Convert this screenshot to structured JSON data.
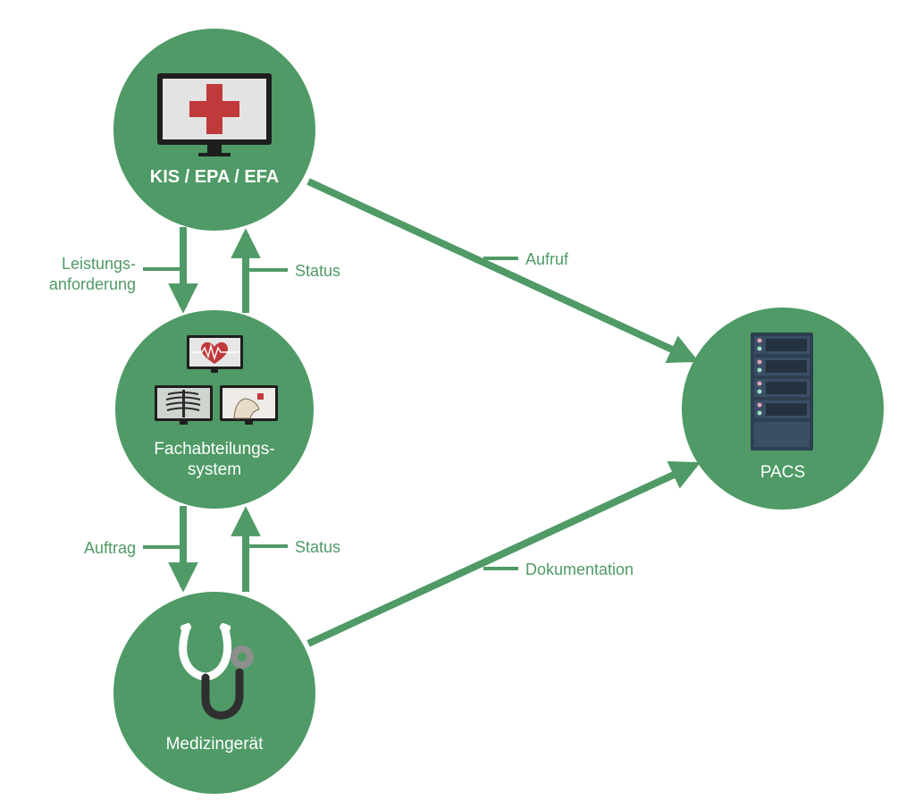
{
  "colors": {
    "node_fill": "#4f9a66",
    "line": "#4f9a66",
    "label_text": "#4f9a66",
    "node_text": "#ffffff",
    "red_cross": "#c0393b",
    "server_dark": "#2e3f52"
  },
  "nodes": {
    "kis": {
      "label": "KIS / EPA / EFA",
      "icon": "monitor-red-cross-icon"
    },
    "fach": {
      "label_line1": "Fachabteilungs-",
      "label_line2": "system",
      "icon": "department-monitors-icon"
    },
    "med": {
      "label": "Medizingerät",
      "icon": "stethoscope-icon"
    },
    "pacs": {
      "label": "PACS",
      "icon": "server-rack-icon"
    }
  },
  "edges": {
    "leistung_line1": "Leistungs-",
    "leistung_line2": "anforderung",
    "status_top": "Status",
    "auftrag": "Auftrag",
    "status_bottom": "Status",
    "aufruf": "Aufruf",
    "dokumentation": "Dokumentation"
  }
}
